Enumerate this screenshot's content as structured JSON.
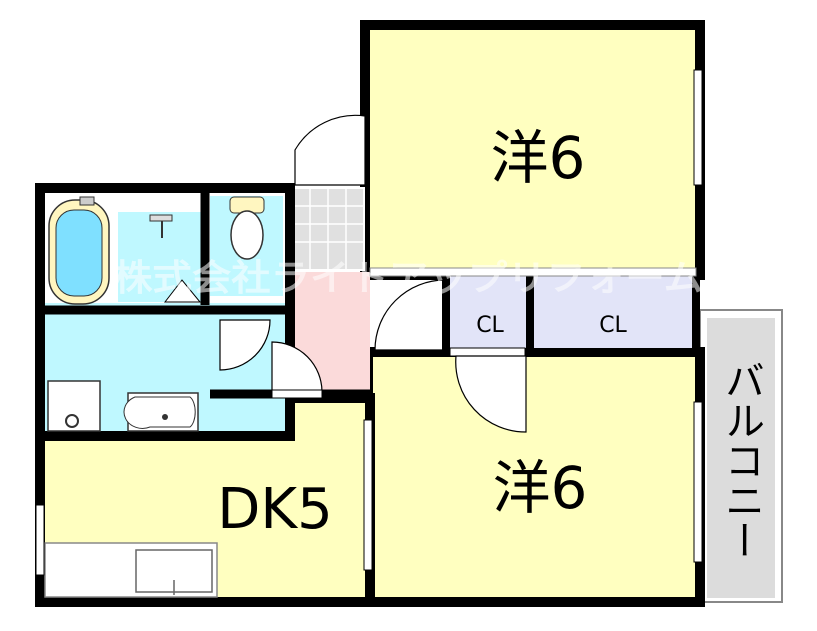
{
  "rooms": {
    "western_top": "洋6",
    "western_bottom": "洋6",
    "dining_kitchen": "DK5",
    "closet_left": "CL",
    "closet_right": "CL",
    "balcony": "バルコニー"
  },
  "watermark": "株式会社ライトアップリフォーム",
  "colors": {
    "room_yellow": "#ffffc0",
    "wet_area_cyan": "#bff8ff",
    "entrance_pink": "#fbdada",
    "closet_lavender": "#e2e4f8",
    "balcony_gray": "#dcdcdc",
    "wall": "#000000"
  }
}
